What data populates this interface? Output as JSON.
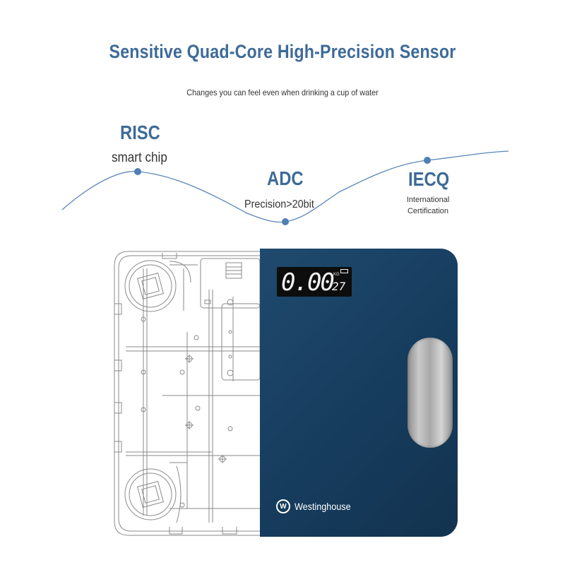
{
  "header": {
    "title": "Sensitive Quad-Core High-Precision Sensor",
    "subtitle": "Changes you can feel even when drinking a cup of water"
  },
  "features": [
    {
      "heading": "RISC",
      "detail": "smart chip"
    },
    {
      "heading": "ADC",
      "detail": "Precision>20bit"
    },
    {
      "heading": "IECQ",
      "detail_line1": "International",
      "detail_line2": "Certification"
    }
  ],
  "scale": {
    "display_weight": "0.00",
    "display_temp": "27",
    "display_unit": "KG",
    "brand": "Westinghouse"
  },
  "colors": {
    "accent": "#3d6b98",
    "wave": "#5b86b8",
    "plate": "#1a4466"
  }
}
